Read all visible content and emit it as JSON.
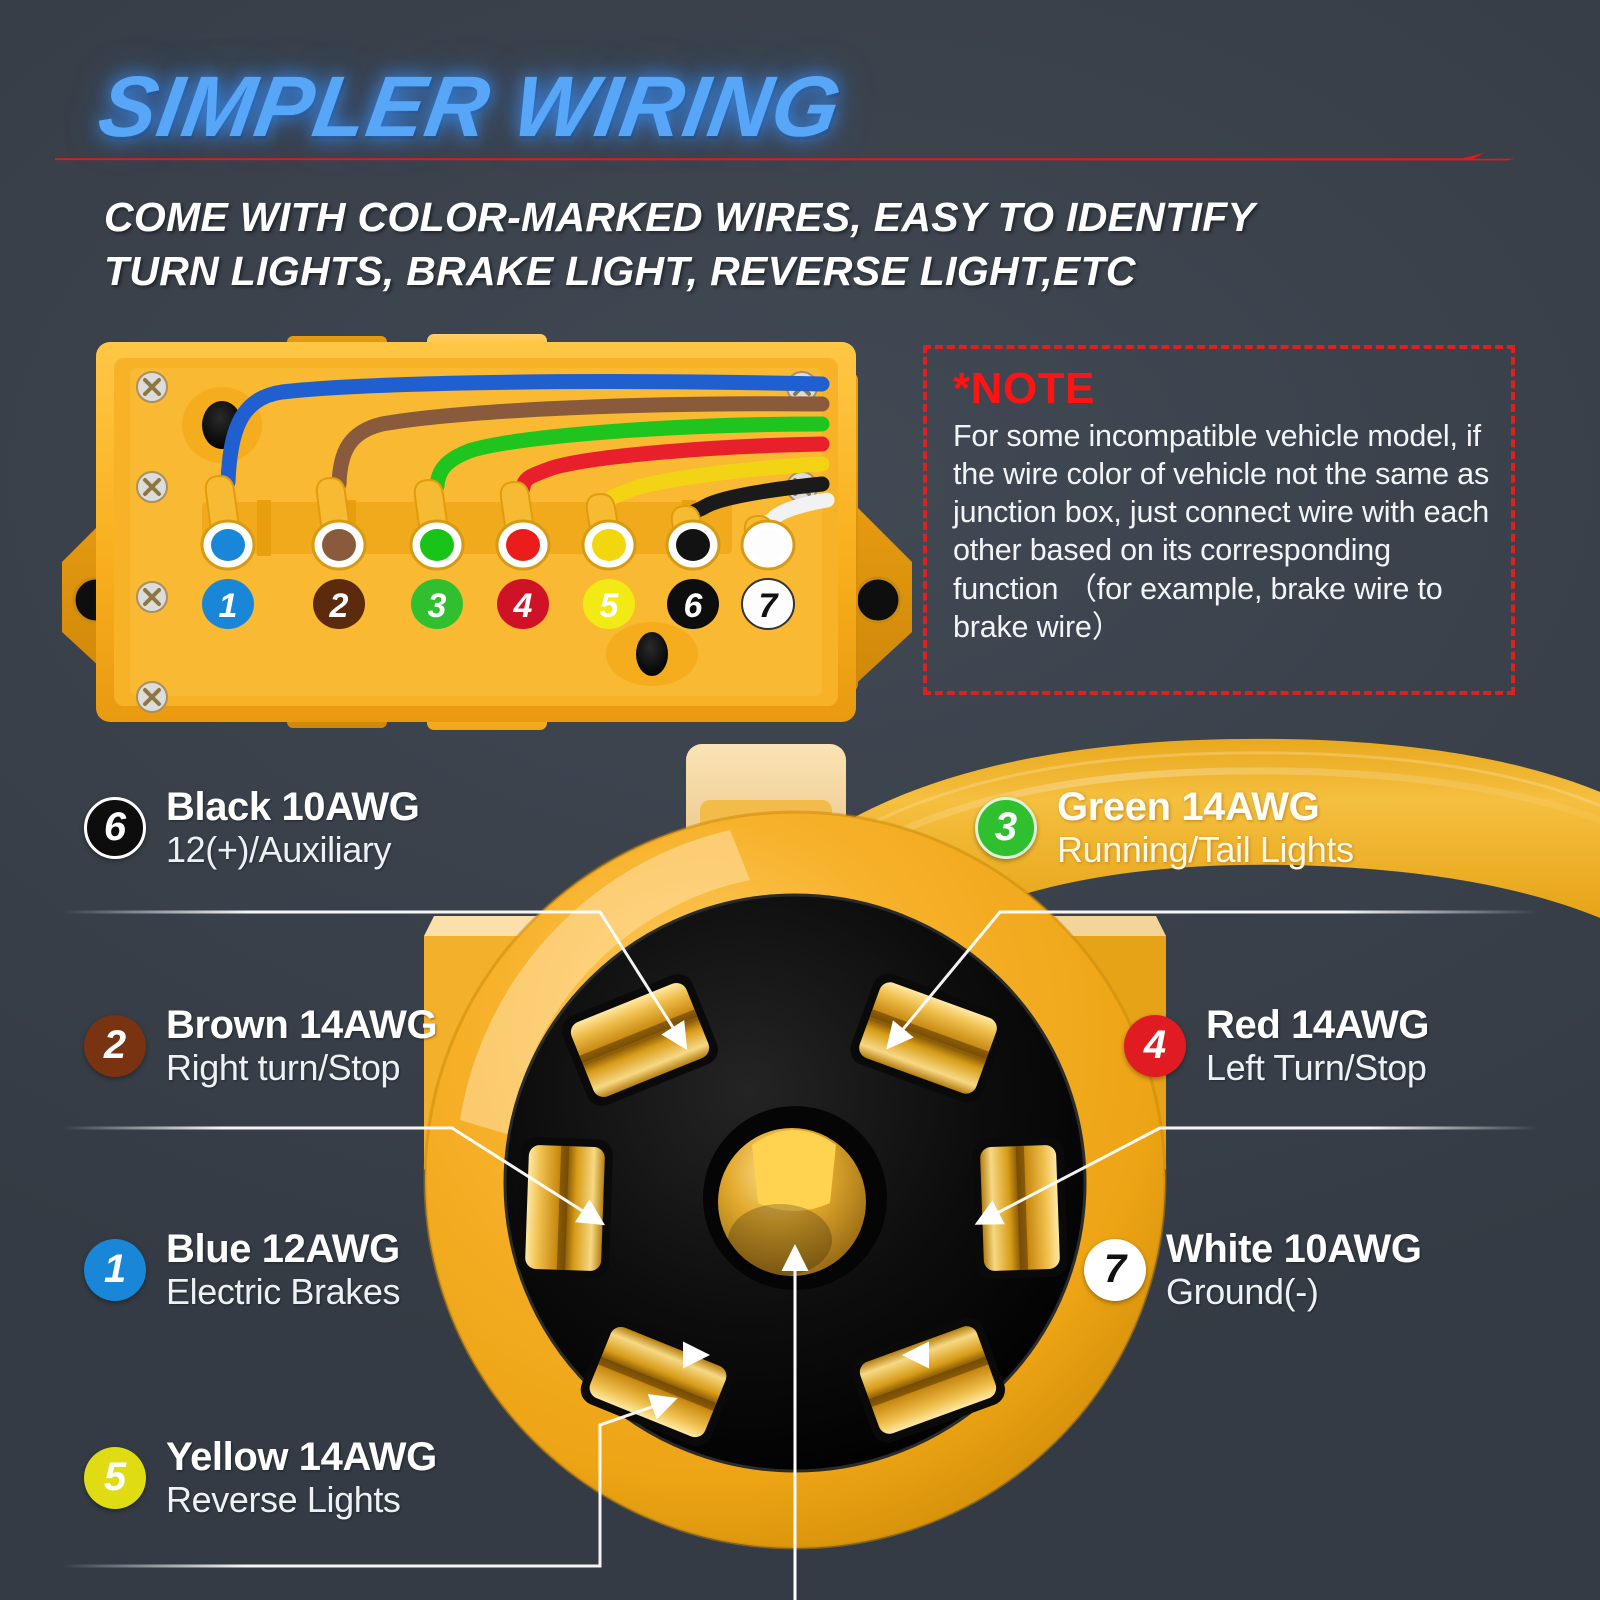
{
  "header": {
    "title": "SIMPLER WIRING",
    "subtitle_line1": "COME WITH COLOR-MARKED WIRES, EASY TO IDENTIFY",
    "subtitle_line2": "TURN LIGHTS, BRAKE LIGHT, REVERSE LIGHT,ETC",
    "title_color": "#57a6f7",
    "accent_color": "#ff1414"
  },
  "note": {
    "title": "*NOTE",
    "body": "For some incompatible vehicle model, if the wire color of vehicle not the same as junction box, just connect wire with each other based on its corresponding function （for example, brake wire to brake wire）",
    "border_color": "#e02020",
    "title_color": "#ff1414"
  },
  "junction_box": {
    "body_color": "#f5a623",
    "pins": [
      {
        "number": "1",
        "color": "#1a86d8",
        "wire_color": "#1f5fd0"
      },
      {
        "number": "2",
        "color": "#6b3410",
        "wire_color": "#8a5a3c"
      },
      {
        "number": "3",
        "color": "#22b822",
        "wire_color": "#1fc41f"
      },
      {
        "number": "4",
        "color": "#c41e2a",
        "wire_color": "#e8202c"
      },
      {
        "number": "5",
        "color": "#e0dc14",
        "wire_color": "#f2d415"
      },
      {
        "number": "6",
        "color": "#111111",
        "wire_color": "#1a1a1a"
      },
      {
        "number": "7",
        "color": "#ffffff",
        "wire_color": "#f5f5f5"
      }
    ]
  },
  "legend": [
    {
      "number": "6",
      "name": "Black 10AWG",
      "function": "12(+)/Auxiliary",
      "badge_bg": "#0d0d0d",
      "badge_fg": "#ffffff",
      "badge_border": "#ffffff"
    },
    {
      "number": "2",
      "name": "Brown 14AWG",
      "function": "Right turn/Stop",
      "badge_bg": "#7a3310",
      "badge_fg": "#ffffff",
      "badge_border": "#7a3310"
    },
    {
      "number": "1",
      "name": "Blue 12AWG",
      "function": "Electric Brakes",
      "badge_bg": "#1a86d8",
      "badge_fg": "#ffffff",
      "badge_border": "#1a86d8"
    },
    {
      "number": "5",
      "name": "Yellow 14AWG",
      "function": "Reverse Lights",
      "badge_bg": "#e0dc14",
      "badge_fg": "#ffffff",
      "badge_border": "#e0dc14"
    },
    {
      "number": "3",
      "name": "Green 14AWG",
      "function": "Running/Tail Lights",
      "badge_bg": "#2fbf2f",
      "badge_fg": "#ffffff",
      "badge_border": "#2fbf2f"
    },
    {
      "number": "4",
      "name": "Red 14AWG",
      "function": "Left Turn/Stop",
      "badge_bg": "#e11b22",
      "badge_fg": "#ffffff",
      "badge_border": "#e11b22"
    },
    {
      "number": "7",
      "name": "White 10AWG",
      "function": "Ground(-)",
      "badge_bg": "#ffffff",
      "badge_fg": "#111111",
      "badge_border": "#ffffff"
    }
  ],
  "connector": {
    "housing_color": "#f0a81c",
    "face_color": "#0b0b0b",
    "terminal_color": "#d9a21a",
    "pin_count": 7
  },
  "background_color": "#3a424c"
}
